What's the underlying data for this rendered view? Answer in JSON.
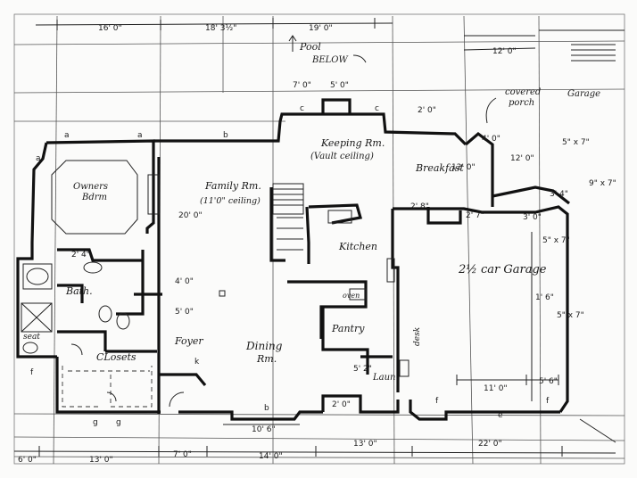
{
  "labels": {
    "pool": "Pool",
    "below": "BELOW",
    "keeping": "Keeping Rm.",
    "vault": "(Vault ceiling)",
    "breakfast": "Breakfast",
    "covered1": "covered",
    "covered2": "porch",
    "garage_small": "Garage",
    "family1": "Family Rm.",
    "family2": "(11'0\" ceiling)",
    "owners1": "Owners",
    "owners2": "Bdrm",
    "kitchen": "Kitchen",
    "big_garage": "2½ car Garage",
    "bath": "Bath.",
    "seat": "seat",
    "closets": "CLosets",
    "foyer": "Foyer",
    "dining1": "Dining",
    "dining2": "Rm.",
    "pantry": "Pantry",
    "laun": "Laun.",
    "desk": "desk",
    "oven": "oven"
  },
  "dims": {
    "top_16": "16' 0\"",
    "top_18": "18' 3½\"",
    "top_19": "19' 0\"",
    "top_12": "12' 0\"",
    "d_7_0": "7' 0\"",
    "d_5_0": "5' 0\"",
    "d_2_0": "2' 0\"",
    "d_4_0": "4' 0\"",
    "d_12_0_br": "12' 0\"",
    "d_12_0_por": "12' 0\"",
    "d_5x7a": "5\" x 7\"",
    "d_9x7": "9\" x 7\"",
    "d_3_4": "3' 4\"",
    "d_20": "20' 0\"",
    "d_2_8a": "2' 8\"",
    "d_2_4": "2' 4\"",
    "d_2_7": "2' 7\"",
    "d_3_0": "3' 0\"",
    "d_4_0b": "4' 0\"",
    "d_5_0b": "5' 0\"",
    "d_11_0": "11' 0\"",
    "d_5_6": "5' 6\"",
    "d_10_6": "10' 6\"",
    "d_2_0b": "2' 0\"",
    "d_5_2": "5' 2\"",
    "d_5x7b": "5\" x 7\"",
    "d_1_6": "1' 6\"",
    "d_5x7c": "5\" x 7\"",
    "b_6": "6' 0\"",
    "b_13a": "13' 0\"",
    "b_7": "7' 0\"",
    "b_14": "14' 0\"",
    "b_13b": "13' 0\"",
    "b_22": "22' 0\"",
    "letter_a": "a",
    "letter_b": "b",
    "letter_c": "c",
    "letter_e": "e",
    "letter_f": "f",
    "letter_g": "g",
    "letter_k": "k"
  }
}
